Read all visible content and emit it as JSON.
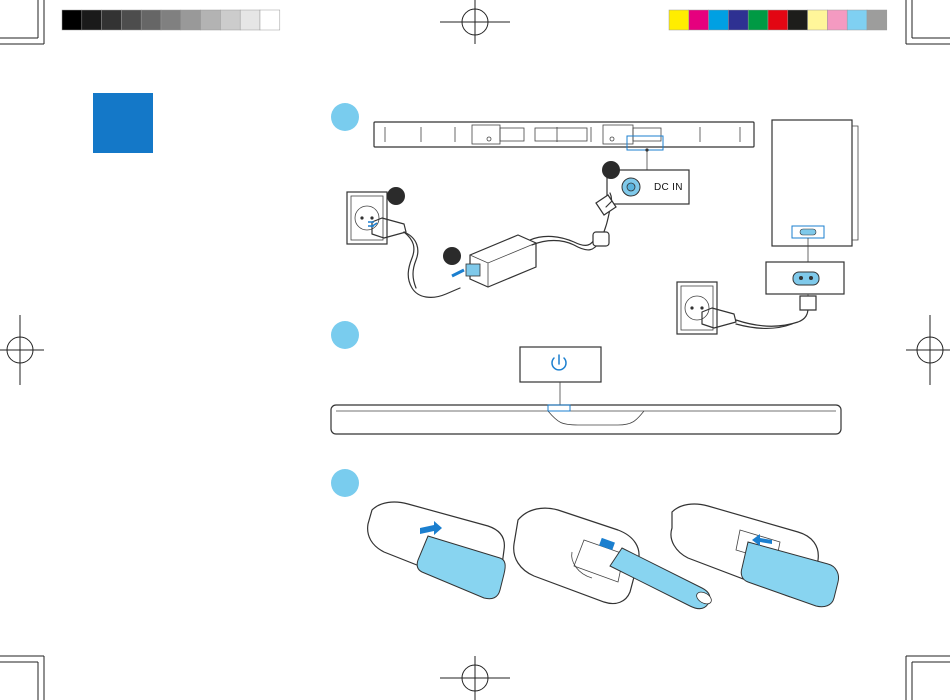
{
  "print_marks": {
    "grayscale_bar": [
      "#000000",
      "#1a1a1a",
      "#333333",
      "#4d4d4d",
      "#666666",
      "#808080",
      "#999999",
      "#b3b3b3",
      "#cccccc",
      "#e6e6e6",
      "#ffffff"
    ],
    "color_bar": [
      "#ffed00",
      "#e6007e",
      "#00a0e3",
      "#2e3192",
      "#009a44",
      "#e30613",
      "#1d1d1b",
      "#fff69a",
      "#f49ac1",
      "#7fd0f2",
      "#9d9d9c"
    ]
  },
  "section_tab": {
    "color": "#1478c8"
  },
  "steps": [
    {
      "id": "connect-power",
      "badge_color": "#79ccee"
    },
    {
      "id": "power-on",
      "badge_color": "#79ccee"
    },
    {
      "id": "insert-battery",
      "badge_color": "#79ccee"
    }
  ],
  "labels": {
    "dc_in": "DC IN"
  },
  "icons": {
    "power": "power-icon"
  },
  "colors": {
    "line": "#333333",
    "accent_blue": "#1b7fcf",
    "battery_cover": "#88d4f0",
    "sub_badge": "#2b2b2b"
  }
}
